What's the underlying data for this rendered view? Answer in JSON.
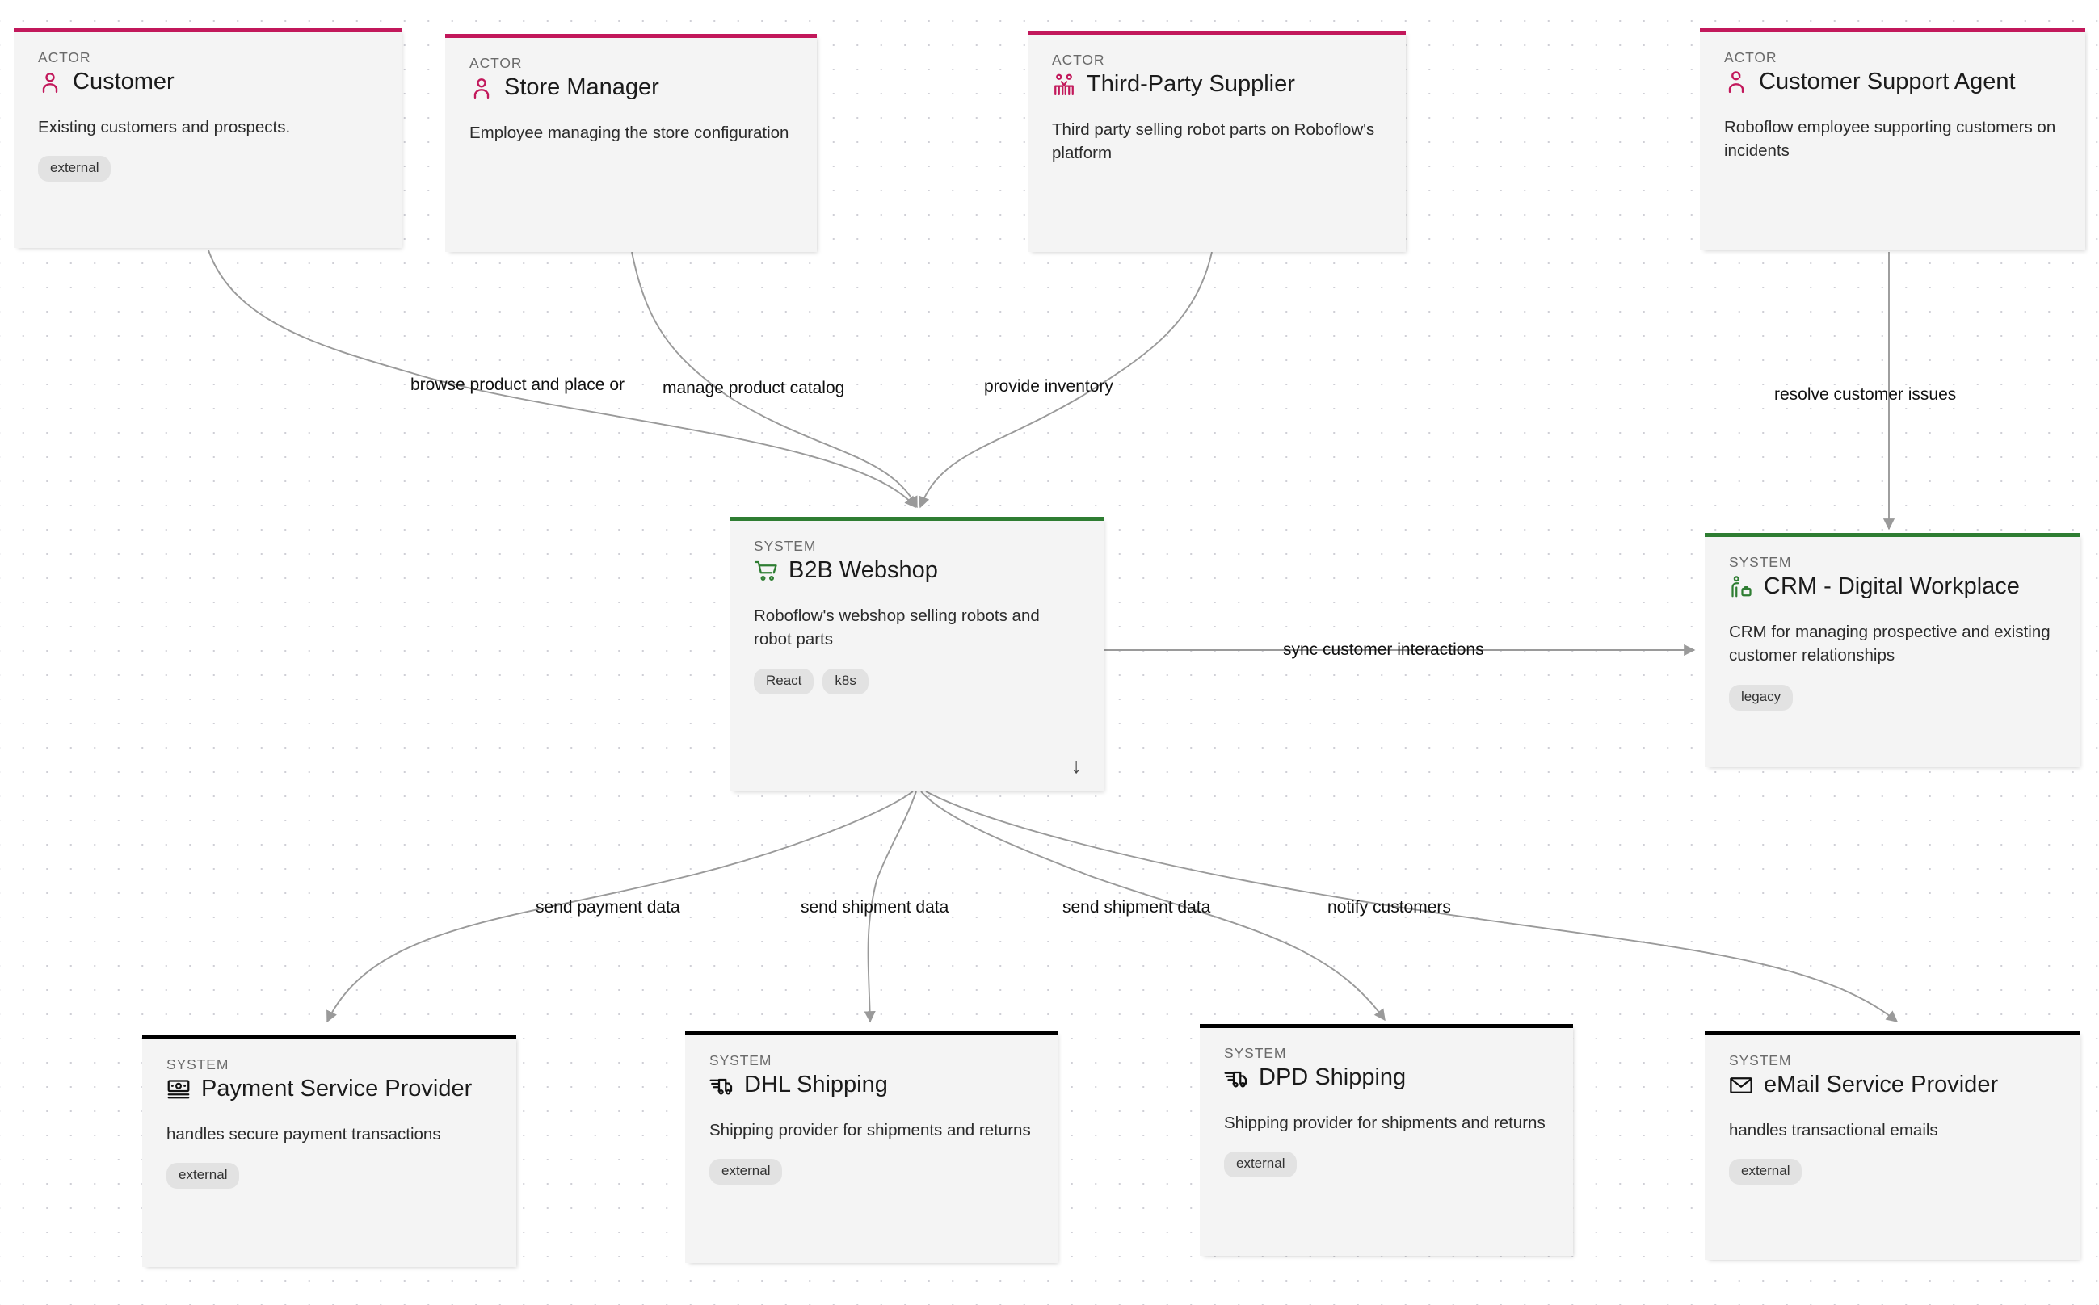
{
  "diagram": {
    "kind_actor": "ACTOR",
    "kind_system": "SYSTEM",
    "expand_icon": "↓",
    "accent_actor": "#c2185b",
    "accent_system": "#2e7d32",
    "accent_external": "#000000",
    "background": "#ffffff",
    "edge_color": "#9a9a9a"
  },
  "nodes": [
    {
      "id": "customer",
      "kind": "ACTOR",
      "title": "Customer",
      "icon": "person-icon",
      "description": "Existing customers and prospects.",
      "tags": [
        "external"
      ]
    },
    {
      "id": "store-manager",
      "kind": "ACTOR",
      "title": "Store Manager",
      "icon": "person-icon",
      "description": "Employee managing the store configuration",
      "tags": []
    },
    {
      "id": "third-party-supplier",
      "kind": "ACTOR",
      "title": "Third-Party Supplier",
      "icon": "two-people-icon",
      "description": "Third party selling robot parts on Roboflow's platform",
      "tags": []
    },
    {
      "id": "customer-support-agent",
      "kind": "ACTOR",
      "title": "Customer Support Agent",
      "icon": "support-person-icon",
      "description": "Roboflow employee supporting customers on incidents",
      "tags": []
    },
    {
      "id": "b2b-webshop",
      "kind": "SYSTEM",
      "title": "B2B Webshop",
      "icon": "shopping-cart-icon",
      "description": "Roboflow's webshop selling robots and robot parts",
      "tags": [
        "React",
        "k8s"
      ]
    },
    {
      "id": "crm-digital-workplace",
      "kind": "SYSTEM",
      "title": "CRM - Digital Workplace",
      "icon": "person-briefcase-icon",
      "description": "CRM for managing prospective and existing customer relationships",
      "tags": [
        "legacy"
      ]
    },
    {
      "id": "payment-service-provider",
      "kind": "SYSTEM",
      "title": "Payment Service Provider",
      "icon": "banknote-icon",
      "description": "handles secure payment transactions",
      "tags": [
        "external"
      ]
    },
    {
      "id": "dhl-shipping",
      "kind": "SYSTEM",
      "title": "DHL Shipping",
      "icon": "delivery-truck-icon",
      "description": "Shipping provider for shipments and returns",
      "tags": [
        "external"
      ]
    },
    {
      "id": "dpd-shipping",
      "kind": "SYSTEM",
      "title": "DPD Shipping",
      "icon": "delivery-truck-icon",
      "description": "Shipping provider for shipments and returns",
      "tags": [
        "external"
      ]
    },
    {
      "id": "email-service-provider",
      "kind": "SYSTEM",
      "title": "eMail Service Provider",
      "icon": "envelope-icon",
      "description": "handles transactional emails",
      "tags": [
        "external"
      ]
    }
  ],
  "edges": [
    {
      "from": "customer",
      "to": "b2b-webshop",
      "label": "browse product and place or"
    },
    {
      "from": "store-manager",
      "to": "b2b-webshop",
      "label": "manage product catalog"
    },
    {
      "from": "third-party-supplier",
      "to": "b2b-webshop",
      "label": "provide inventory"
    },
    {
      "from": "customer-support-agent",
      "to": "crm-digital-workplace",
      "label": "resolve customer issues"
    },
    {
      "from": "b2b-webshop",
      "to": "crm-digital-workplace",
      "label": "sync customer interactions"
    },
    {
      "from": "b2b-webshop",
      "to": "payment-service-provider",
      "label": "send payment data"
    },
    {
      "from": "b2b-webshop",
      "to": "dhl-shipping",
      "label": "send shipment data"
    },
    {
      "from": "b2b-webshop",
      "to": "dpd-shipping",
      "label": "send shipment data"
    },
    {
      "from": "b2b-webshop",
      "to": "email-service-provider",
      "label": "notify customers"
    }
  ]
}
